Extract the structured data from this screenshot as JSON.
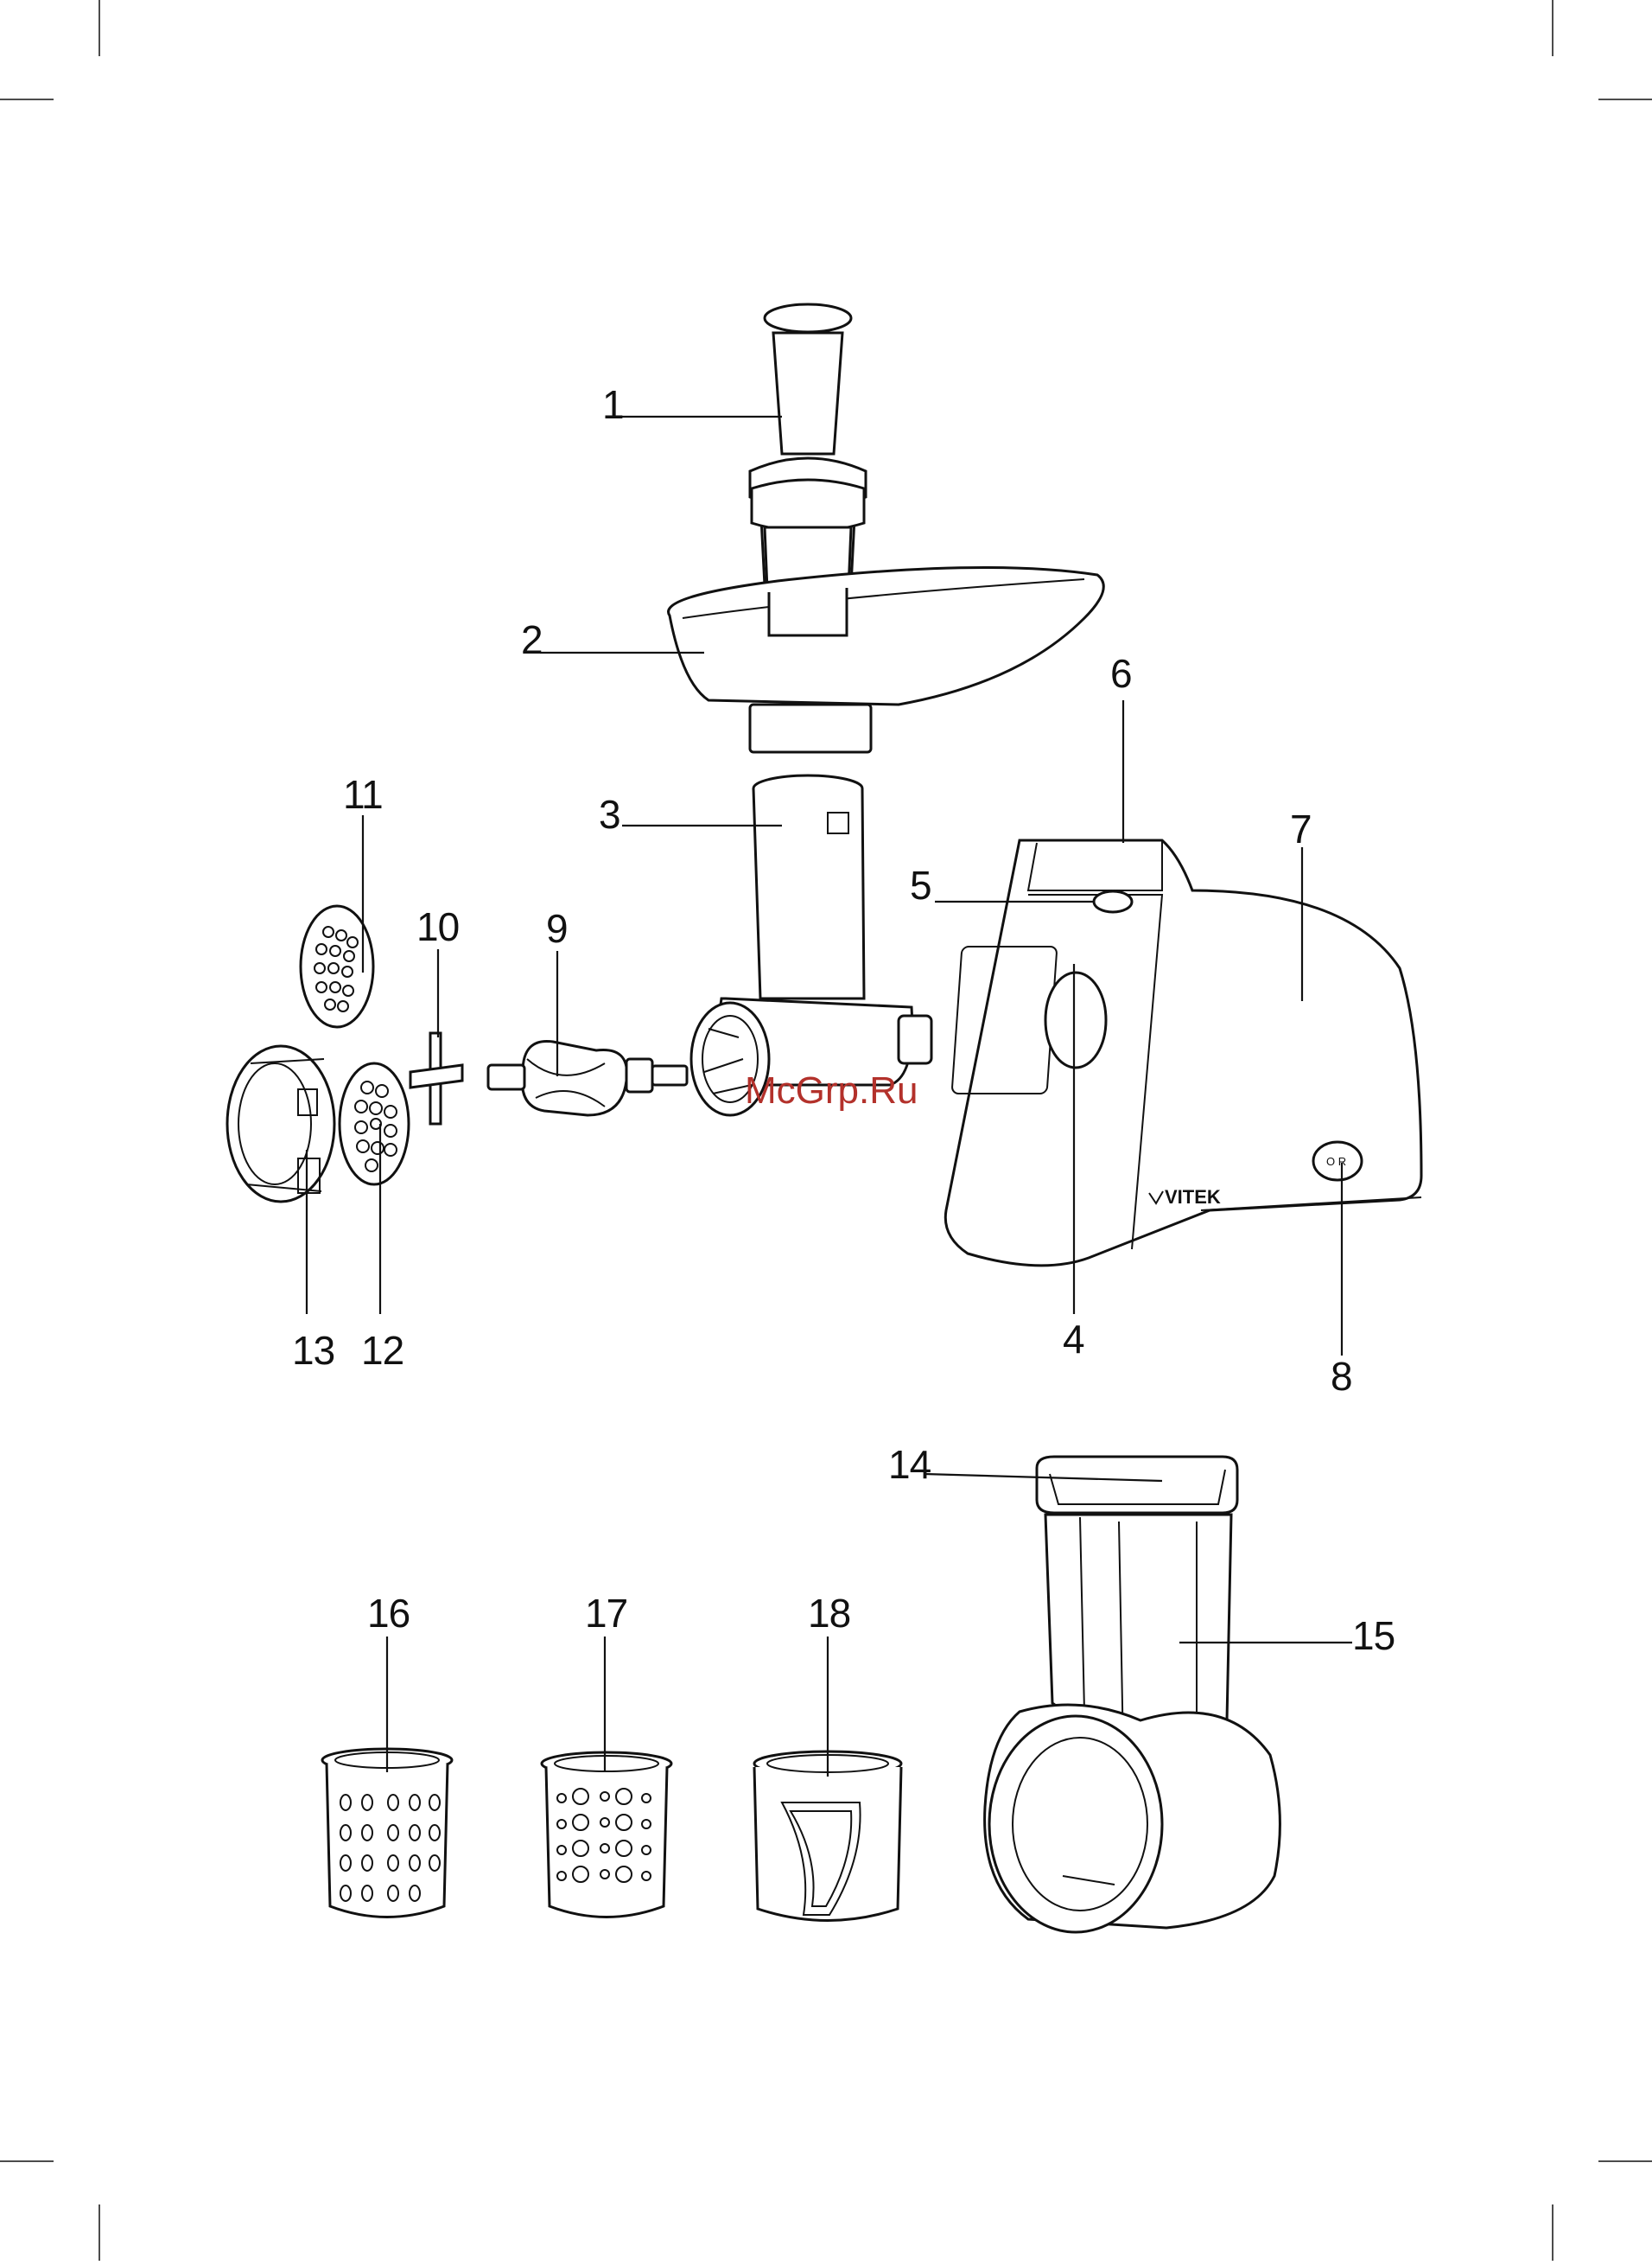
{
  "brand": "VITEK",
  "watermark": "McGrp.Ru",
  "switch_text": "O R",
  "callouts": [
    {
      "id": "1",
      "label": "1"
    },
    {
      "id": "2",
      "label": "2"
    },
    {
      "id": "3",
      "label": "3"
    },
    {
      "id": "4",
      "label": "4"
    },
    {
      "id": "5",
      "label": "5"
    },
    {
      "id": "6",
      "label": "6"
    },
    {
      "id": "7",
      "label": "7"
    },
    {
      "id": "8",
      "label": "8"
    },
    {
      "id": "9",
      "label": "9"
    },
    {
      "id": "10",
      "label": "10"
    },
    {
      "id": "11",
      "label": "11"
    },
    {
      "id": "12",
      "label": "12"
    },
    {
      "id": "13",
      "label": "13"
    },
    {
      "id": "14",
      "label": "14"
    },
    {
      "id": "15",
      "label": "15"
    },
    {
      "id": "16",
      "label": "16"
    },
    {
      "id": "17",
      "label": "17"
    },
    {
      "id": "18",
      "label": "18"
    }
  ],
  "colors": {
    "line": "#111111",
    "watermark": "#b3312b",
    "background": "#ffffff"
  }
}
